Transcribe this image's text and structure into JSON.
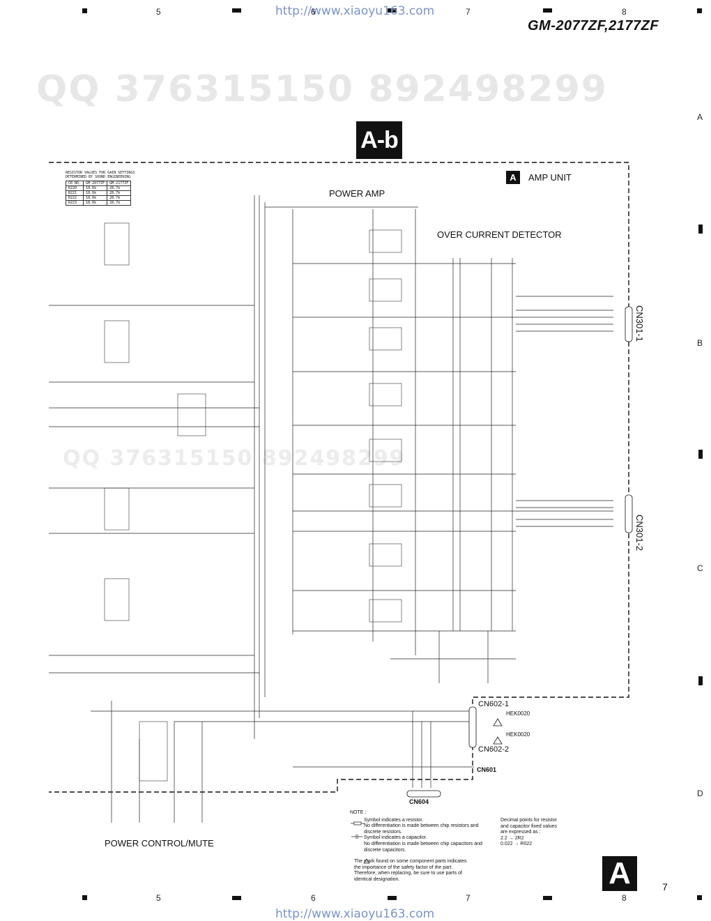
{
  "header": {
    "url_top": "http://www.xiaoyu163.com",
    "model": "GM-2077ZF,2177ZF",
    "sheet_code": "A-b"
  },
  "footer": {
    "url_bottom": "http://www.xiaoyu163.com",
    "page_number": "7",
    "unit_letter": "A"
  },
  "grid": {
    "columns": [
      "5",
      "6",
      "7",
      "8"
    ],
    "rows": [
      "A",
      "B",
      "C",
      "D"
    ]
  },
  "watermark": {
    "qq_text": "QQ 376315150   892498299"
  },
  "schematic": {
    "unit_badge": "A",
    "unit_title": "AMP UNIT",
    "sections": {
      "power_amp": "POWER AMP",
      "over_current": "OVER CURRENT DETECTOR",
      "power_control": "POWER CONTROL/MUTE"
    },
    "connectors": {
      "cn301_1": "CN301-1",
      "cn301_2": "CN301-2",
      "cn602_1": "CN602-1",
      "cn602_2": "CN602-2",
      "cn601": "CN601",
      "cn604": "CN604",
      "hek_1": "HEK0020",
      "hek_2": "HEK0020"
    },
    "gain_table": {
      "title_1": "RESISTOR VALUES FOR GAIN SETTINGS",
      "title_2": "DETERMINED BY SOUND ENGINEERING",
      "headers": [
        "CR NO.",
        "GM-2077ZF",
        "GM-2177ZF"
      ],
      "rows": [
        [
          "R220",
          "18.6k",
          "28.7k"
        ],
        [
          "R221",
          "18.6k",
          "28.7k"
        ],
        [
          "R222",
          "18.6k",
          "28.7k"
        ],
        [
          "R223",
          "18.6k",
          "28.7k"
        ]
      ]
    }
  },
  "notes": {
    "heading": "NOTE :",
    "resistor_1": "Symbol indicates a resistor.",
    "resistor_2": "No differentiation is made  between chip resistors and",
    "resistor_3": "discrete resistors.",
    "capacitor_1": "Symbol indicates a capacitor.",
    "capacitor_2": "No differentiation is made  between chip capacitors and",
    "capacitor_3": "discrete capacitors.",
    "safety_1": "The    mark found on some component parts indicates",
    "safety_2": "the importance of the safety factor of the part.",
    "safety_3": "Therefore, when replacing, be sure to use parts of",
    "safety_4": "identical designation.",
    "decimal_1": "Decimal points for resistor",
    "decimal_2": "and capacitor fixed values",
    "decimal_3": "are expressed as :",
    "decimal_4": "2.2 → 2R2",
    "decimal_5": "0.022 → R022"
  }
}
